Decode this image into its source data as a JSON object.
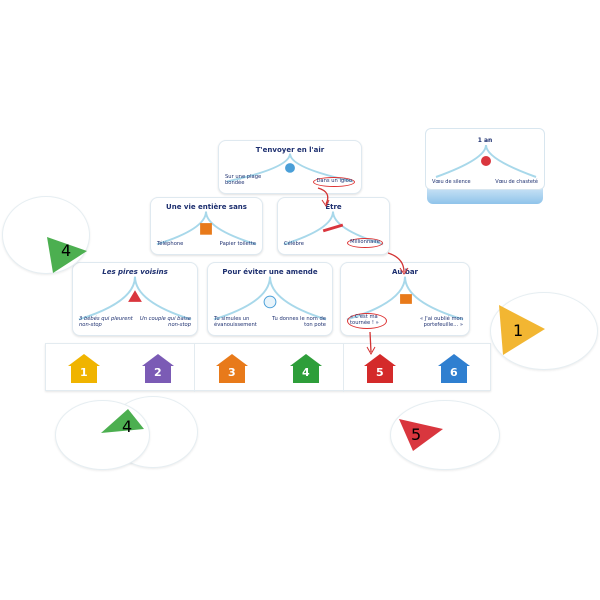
{
  "cards": [
    {
      "title": "T'envoyer en l'air",
      "left": "Sur une plage bondée",
      "right": "Dans un igloo",
      "chosen": "right"
    },
    {
      "title": "Une vie entière sans",
      "left": "Téléphone",
      "right": "Papier toilette"
    },
    {
      "title": "Être",
      "left": "Célèbre",
      "right": "Millionnaire",
      "chosen": "right"
    },
    {
      "title": "Les pires voisins",
      "left": "3 bébés qui pleurent non-stop",
      "right": "Un couple qui baise non-stop"
    },
    {
      "title": "Pour éviter une amende",
      "left": "Tu simules un évanouissement",
      "right": "Tu donnes le nom de ton pote"
    },
    {
      "title": "Au bar",
      "left": "« C'est ma tournée ! »",
      "right": "« J'ai oublié mon portefeuille... »",
      "chosen": "left"
    }
  ],
  "box_card": {
    "title": "1 an",
    "left": "Vœu de silence",
    "right": "Vœu de chasteté"
  },
  "houses": [
    {
      "num": "1",
      "color": "#f0b400"
    },
    {
      "num": "2",
      "color": "#7b5bb5"
    },
    {
      "num": "3",
      "color": "#e87a1a"
    },
    {
      "num": "4",
      "color": "#2e9e3a"
    },
    {
      "num": "5",
      "color": "#d42a2a"
    },
    {
      "num": "6",
      "color": "#2f7fd0"
    }
  ],
  "discs": [
    {
      "num": "4",
      "color": "#4caf50"
    },
    {
      "num": "1",
      "color": "#f2b632"
    },
    {
      "num": "4",
      "color": "#4caf50"
    },
    {
      "num": "5",
      "color": "#d9363e"
    }
  ],
  "colors": {
    "text": "#1d2f6f",
    "arrow": "#d33333",
    "fork": "#a8d8ea"
  }
}
